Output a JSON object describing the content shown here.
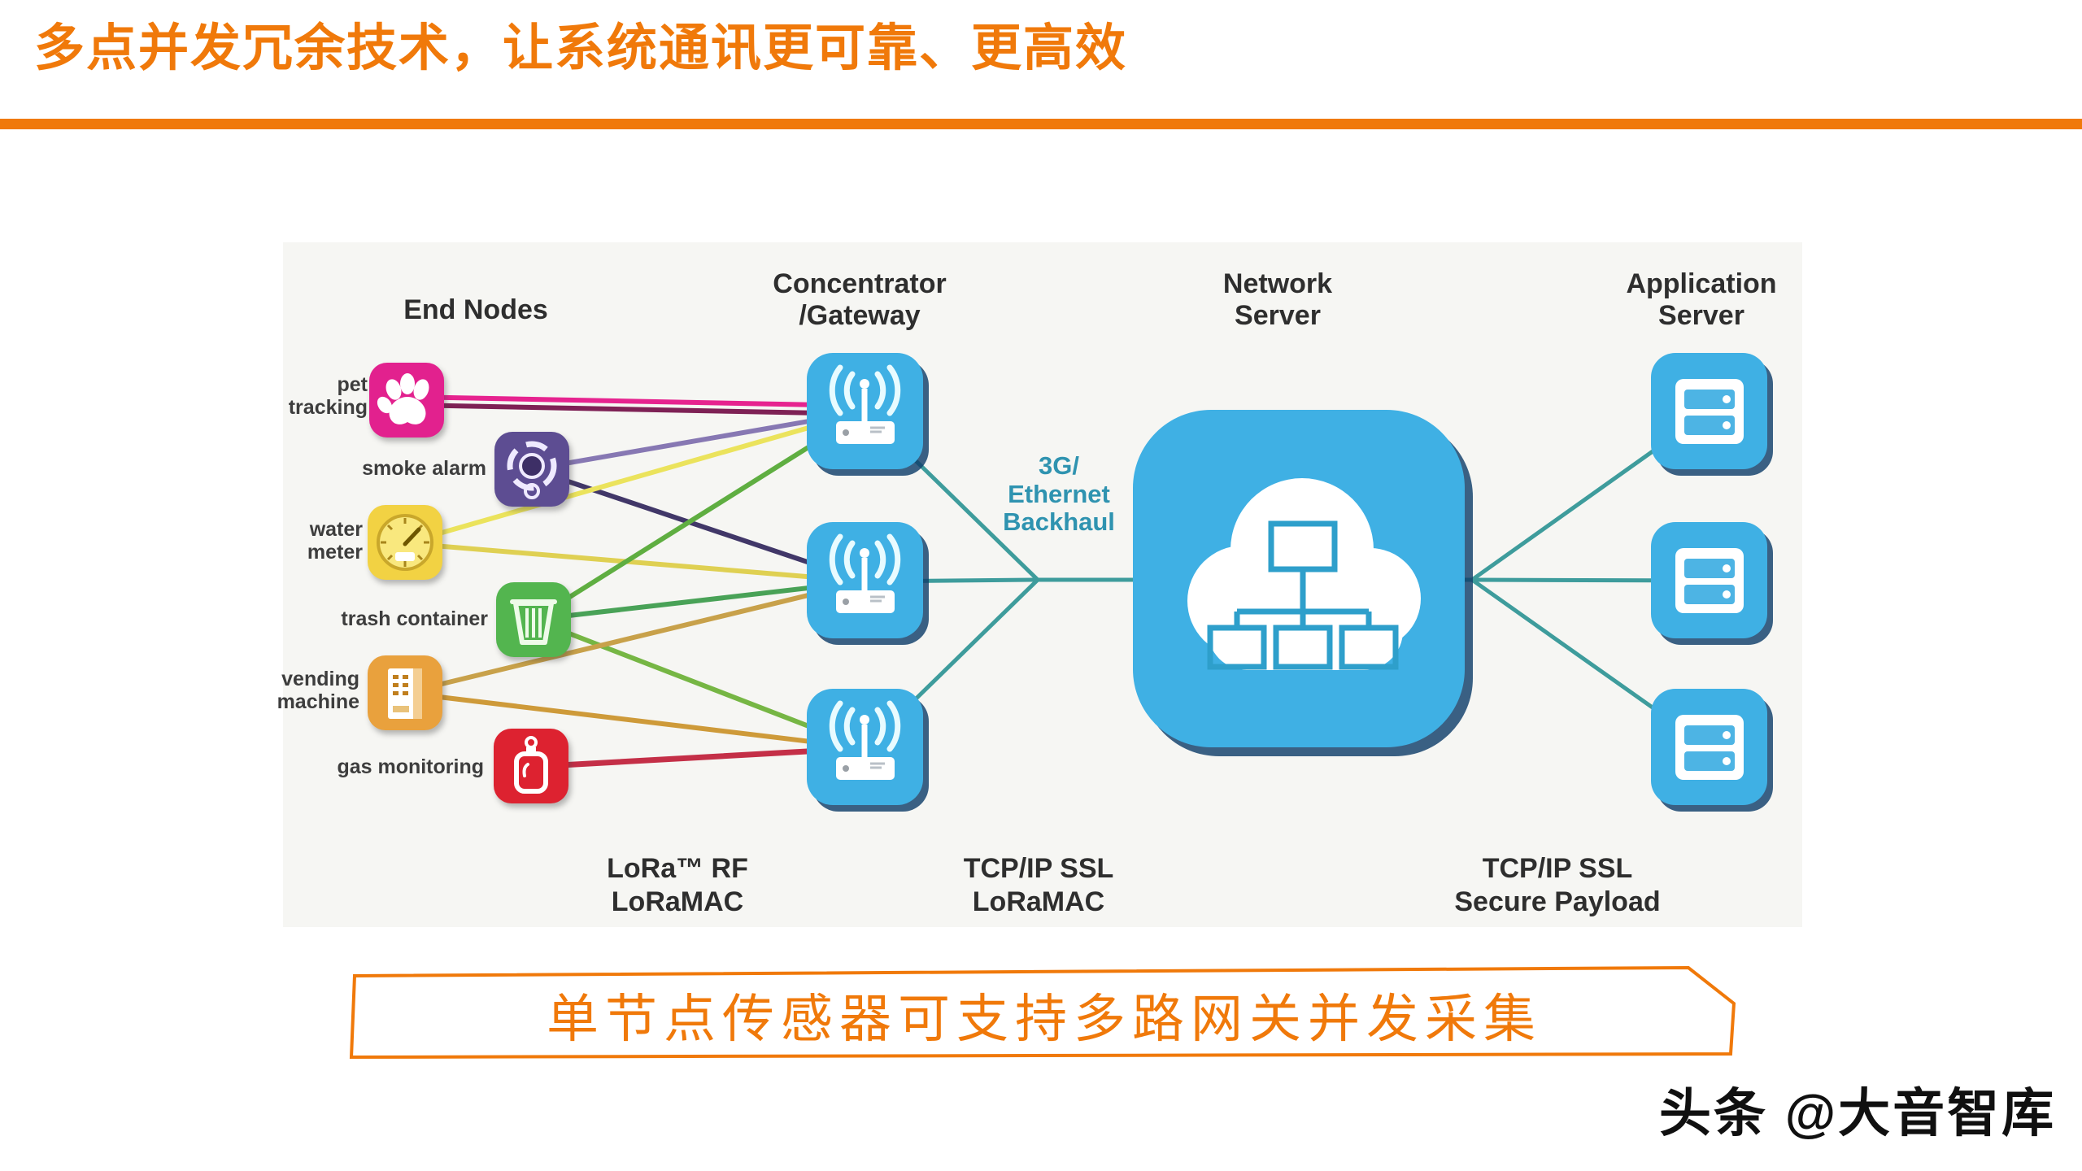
{
  "page": {
    "title": "多点并发冗余技术，让系统通讯更可靠、更高效",
    "accent_color": "#F0790A",
    "caption": "单节点传感器可支持多路网关并发采集",
    "watermark": "头条 @大音智库"
  },
  "diagram": {
    "headers": {
      "end_nodes": [
        "End Nodes"
      ],
      "gateway": [
        "Concentrator",
        "/Gateway"
      ],
      "network_server": [
        "Network",
        "Server"
      ],
      "application_server": [
        "Application",
        "Server"
      ]
    },
    "end_nodes": [
      {
        "id": "pet-tracking",
        "lines": [
          "pet",
          "tracking"
        ],
        "color": "#E2218E",
        "icon": "paw-icon"
      },
      {
        "id": "smoke-alarm",
        "lines": [
          "smoke alarm"
        ],
        "color": "#5D4D92",
        "icon": "smoke-detector-icon"
      },
      {
        "id": "water-meter",
        "lines": [
          "water",
          "meter"
        ],
        "color": "#F2D243",
        "icon": "gauge-icon"
      },
      {
        "id": "trash-container",
        "lines": [
          "trash container"
        ],
        "color": "#53B54F",
        "icon": "trash-icon"
      },
      {
        "id": "vending-machine",
        "lines": [
          "vending",
          "machine"
        ],
        "color": "#E9A13D",
        "icon": "vending-icon"
      },
      {
        "id": "gas-monitoring",
        "lines": [
          "gas monitoring"
        ],
        "color": "#DD2230",
        "icon": "gas-cylinder-icon"
      }
    ],
    "gateway_color": "#3FB0E4",
    "backhaul_label": [
      "3G/",
      "Ethernet",
      "Backhaul"
    ],
    "protocol_labels": [
      {
        "lines": [
          "LoRa™ RF",
          "LoRaMAC"
        ]
      },
      {
        "lines": [
          "TCP/IP SSL",
          "LoRaMAC"
        ]
      },
      {
        "lines": [
          "TCP/IP SSL",
          "Secure Payload"
        ]
      }
    ],
    "connections": [
      {
        "from": "pet-tracking",
        "to": "gateway-1",
        "color": "#E6238F",
        "dy1": -4,
        "dy2": -7
      },
      {
        "from": "pet-tracking",
        "to": "gateway-1",
        "color": "#7E2155",
        "dy1": 6,
        "dy2": 3
      },
      {
        "from": "smoke-alarm",
        "to": "gateway-1",
        "color": "#8778B3"
      },
      {
        "from": "smoke-alarm",
        "to": "gateway-2",
        "color": "#413768"
      },
      {
        "from": "water-meter",
        "to": "gateway-1",
        "color": "#EBE35C"
      },
      {
        "from": "water-meter",
        "to": "gateway-2",
        "color": "#DFD052"
      },
      {
        "from": "trash-container",
        "to": "gateway-1",
        "color": "#5FAE41"
      },
      {
        "from": "trash-container",
        "to": "gateway-2",
        "color": "#49A257"
      },
      {
        "from": "trash-container",
        "to": "gateway-3",
        "color": "#76B644"
      },
      {
        "from": "vending-machine",
        "to": "gateway-2",
        "color": "#C8A14A"
      },
      {
        "from": "vending-machine",
        "to": "gateway-3",
        "color": "#CE9A39"
      },
      {
        "from": "gas-monitoring",
        "to": "gateway-3",
        "color": "#C42F47",
        "width": 7
      },
      {
        "from": "gateway-1",
        "to": "junction",
        "color": "#3E9C9C",
        "width": 5
      },
      {
        "from": "gateway-2",
        "to": "junction",
        "color": "#3E9C9C",
        "width": 5
      },
      {
        "from": "gateway-3",
        "to": "junction",
        "color": "#3E9C9C",
        "width": 5
      },
      {
        "from": "junction",
        "to": "network-server",
        "color": "#3E9C9C",
        "width": 5
      },
      {
        "from": "network-server",
        "to": "app-server-1",
        "color": "#3E9C9C",
        "width": 5
      },
      {
        "from": "network-server",
        "to": "app-server-2",
        "color": "#3E9C9C",
        "width": 5
      },
      {
        "from": "network-server",
        "to": "app-server-3",
        "color": "#3E9C9C",
        "width": 5
      }
    ]
  }
}
